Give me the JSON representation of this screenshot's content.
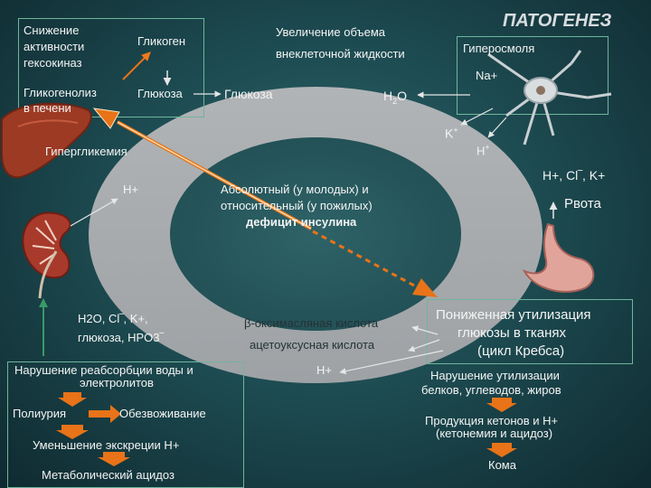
{
  "title": "ПАТОГЕНЕЗ",
  "top_left_box": {
    "hexokinase": [
      "Снижение",
      "активности",
      "гексокиназ"
    ],
    "glycogen": "Гликоген",
    "glucose_small": "Глюкоза",
    "glycogenolysis": [
      "Гликогенолиз",
      "в печени"
    ]
  },
  "glucose_big": "Глюкоза",
  "ecf": [
    "Увеличение объема",
    "внеклеточной жидкости"
  ],
  "hyperosmolarity": "Гиперосмоля",
  "na": "Na+",
  "h2o_top": "H",
  "h2o_top_sub": "2",
  "h2o_top_o": "O",
  "k_plus": "K",
  "h_plus": "H",
  "sup_plus": "+",
  "hyperglycemia": "Гипергликемия",
  "center": [
    "Абсолютный (у молодых) и",
    "относительный (у пожилых)",
    "дефицит инсулина"
  ],
  "ions_vomit": "H+, Cl‾, K+",
  "vomiting": "Рвота",
  "bottom_right_box": [
    "Пониженная утилизация",
    "глюкозы в тканях",
    "(цикл Кребса)"
  ],
  "ketones": [
    "β-оксимасляная кислота",
    "ацетоуксусная кислота"
  ],
  "kidney_h": "H+",
  "bottom_h": "H+",
  "left_losses": [
    "H2O, Cl‾, K+,",
    "глюкоза, HPO3‾"
  ],
  "bottom_left_box": {
    "reabsorption": [
      "Нарушение реабсорбции воды и",
      "электролитов"
    ],
    "polyuria": "Полиурия",
    "dehydration": "Обезвоживание",
    "h_excretion": "Уменьшение экскреции H+",
    "acidosis": "Метаболический ацидоз"
  },
  "bottom_right_chain": {
    "utilization": [
      "Нарушение утилизации",
      "белков, углеводов, жиров"
    ],
    "ketone_prod": [
      "Продукция кетонов и H+",
      "(кетонемия и ацидоз)"
    ],
    "coma": "Кома"
  }
}
